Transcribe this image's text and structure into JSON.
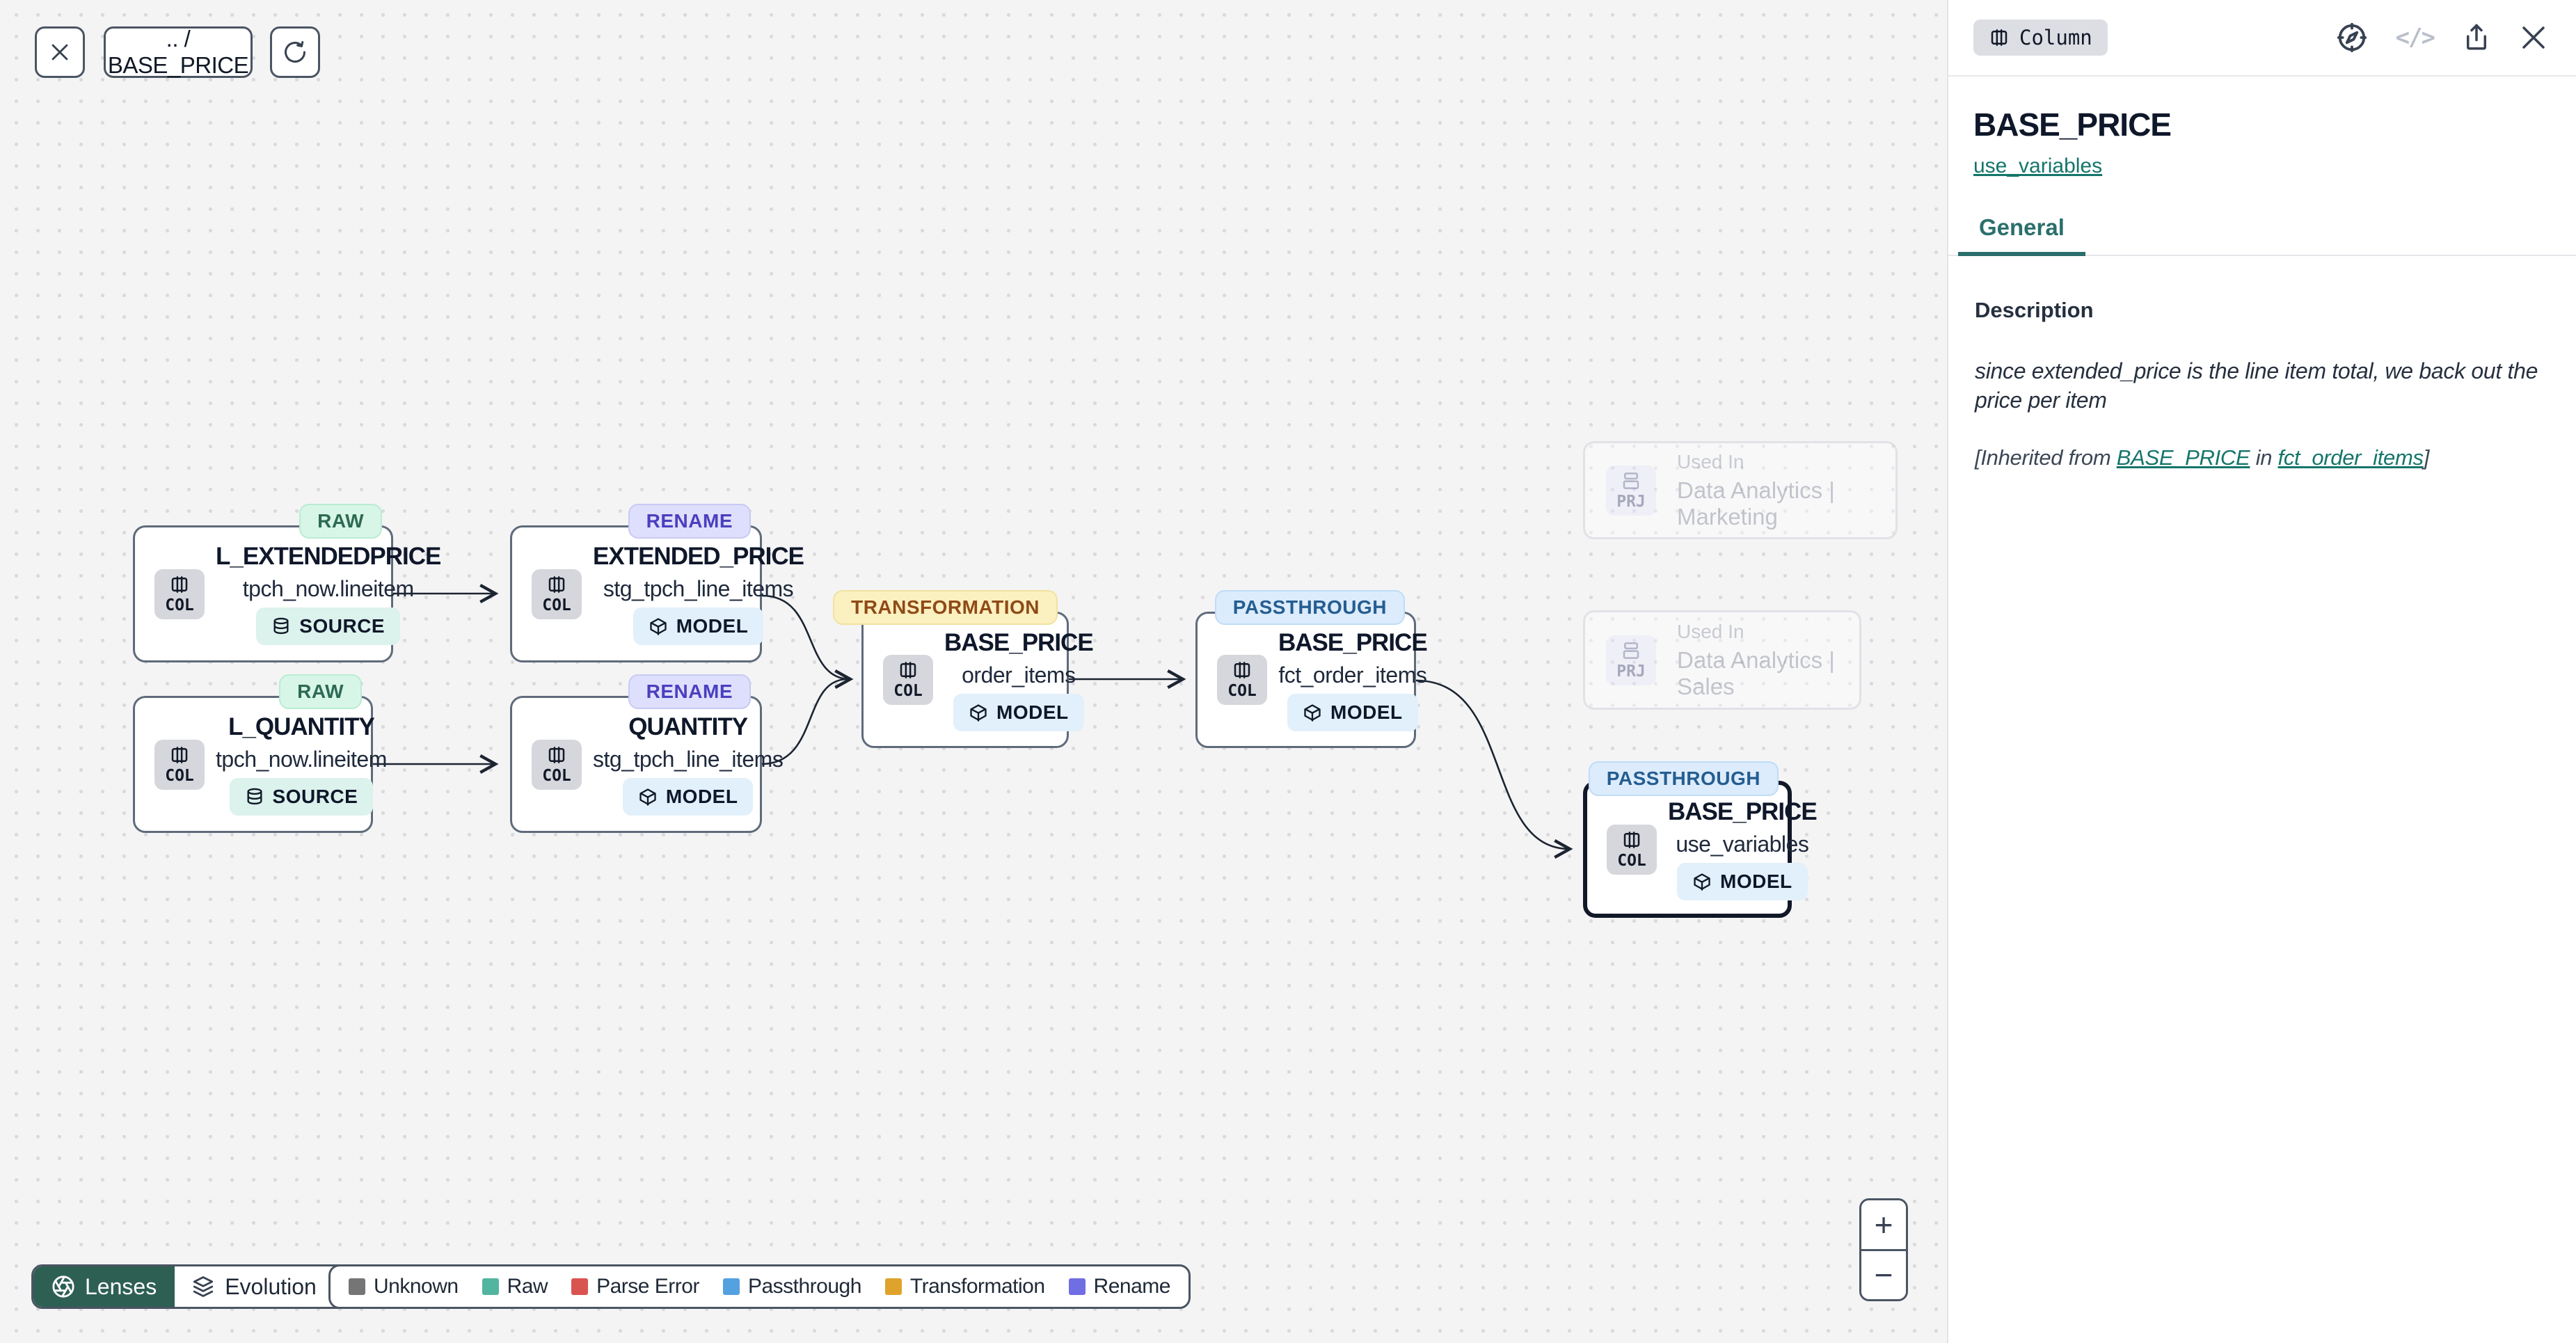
{
  "toolbar": {
    "close_label": "✕",
    "breadcrumb": ".. / BASE_PRICE"
  },
  "nodes": [
    {
      "status": "RAW",
      "kind": "COL",
      "title": "L_EXTENDEDPRICE",
      "subtitle": "tpch_now.lineitem",
      "type": "SOURCE"
    },
    {
      "status": "RAW",
      "kind": "COL",
      "title": "L_QUANTITY",
      "subtitle": "tpch_now.lineitem",
      "type": "SOURCE"
    },
    {
      "status": "RENAME",
      "kind": "COL",
      "title": "EXTENDED_PRICE",
      "subtitle": "stg_tpch_line_items",
      "type": "MODEL"
    },
    {
      "status": "RENAME",
      "kind": "COL",
      "title": "QUANTITY",
      "subtitle": "stg_tpch_line_items",
      "type": "MODEL"
    },
    {
      "status": "TRANSFORMATION",
      "kind": "COL",
      "title": "BASE_PRICE",
      "subtitle": "order_items",
      "type": "MODEL"
    },
    {
      "status": "PASSTHROUGH",
      "kind": "COL",
      "title": "BASE_PRICE",
      "subtitle": "fct_order_items",
      "type": "MODEL"
    },
    {
      "status": "PASSTHROUGH",
      "kind": "COL",
      "title": "BASE_PRICE",
      "subtitle": "use_variables",
      "type": "MODEL",
      "selected": true
    }
  ],
  "used_in": [
    {
      "kind": "PRJ",
      "label": "Used In",
      "project": "Data Analytics | Marketing"
    },
    {
      "kind": "PRJ",
      "label": "Used In",
      "project": "Data Analytics | Sales"
    }
  ],
  "lenses": {
    "button_label": "Lenses",
    "active_lens": "Evolution"
  },
  "legend": {
    "items": [
      {
        "label": "Unknown",
        "color": "#757575"
      },
      {
        "label": "Raw",
        "color": "#52b5a0"
      },
      {
        "label": "Parse Error",
        "color": "#d95350"
      },
      {
        "label": "Passthrough",
        "color": "#54a1e0"
      },
      {
        "label": "Transformation",
        "color": "#dfa32c"
      },
      {
        "label": "Rename",
        "color": "#706ee3"
      }
    ]
  },
  "zoom_controls": {
    "zoom_in": "+",
    "zoom_out": "−"
  },
  "panel": {
    "type_badge": "Column",
    "code_icon_glyph": "</>",
    "title": "BASE_PRICE",
    "subtitle_link": "use_variables",
    "tab": "General",
    "description_label": "Description",
    "description": "since extended_price is the line item total, we back out the price per item",
    "inherited": {
      "prefix": "[Inherited from ",
      "link_column": "BASE_PRICE",
      "middle": " in ",
      "link_model": "fct_order_items",
      "suffix": "]"
    }
  },
  "colors": {
    "accent_teal": "#15756a",
    "status_raw_bg": "#d8f6e7",
    "status_rename_bg": "#dedffc",
    "status_transformation_bg": "#fbf0bf",
    "status_passthrough_bg": "#dcecfc",
    "lenses_button_bg": "#2e5f53"
  }
}
